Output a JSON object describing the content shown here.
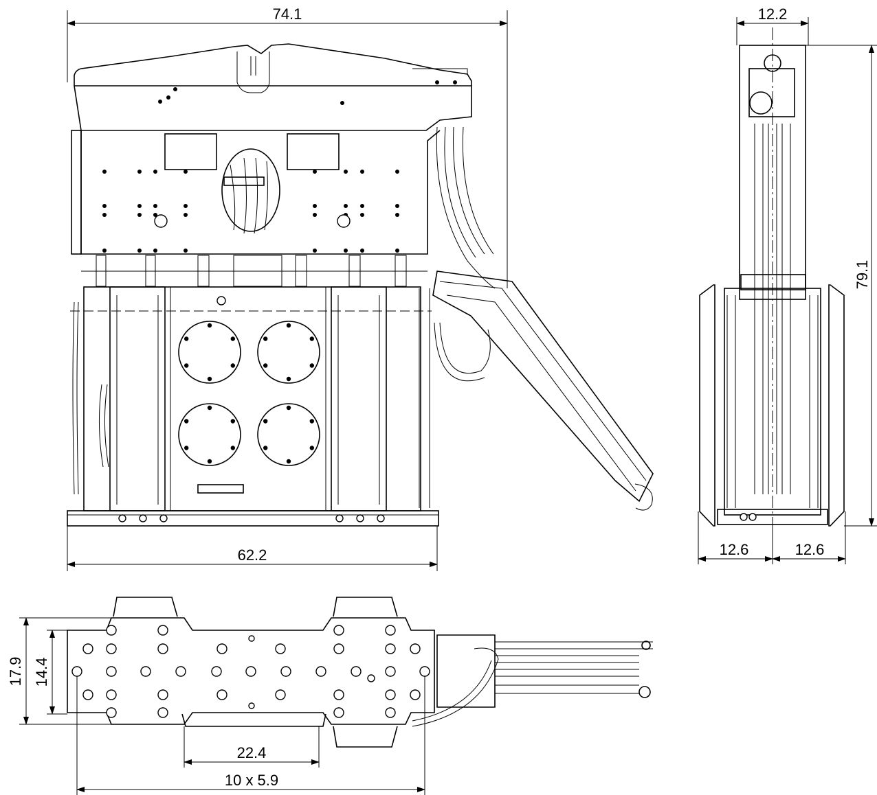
{
  "dimensions": {
    "front_overall_width": "74.1",
    "front_base_width": "62.2",
    "side_top_width": "12.2",
    "side_height": "79.1",
    "side_left_half": "12.6",
    "side_right_half": "12.6",
    "top_outer_depth": "17.9",
    "top_inner_depth": "14.4",
    "top_cutout_width": "22.4",
    "top_hole_pitch": "10 x 5.9"
  }
}
